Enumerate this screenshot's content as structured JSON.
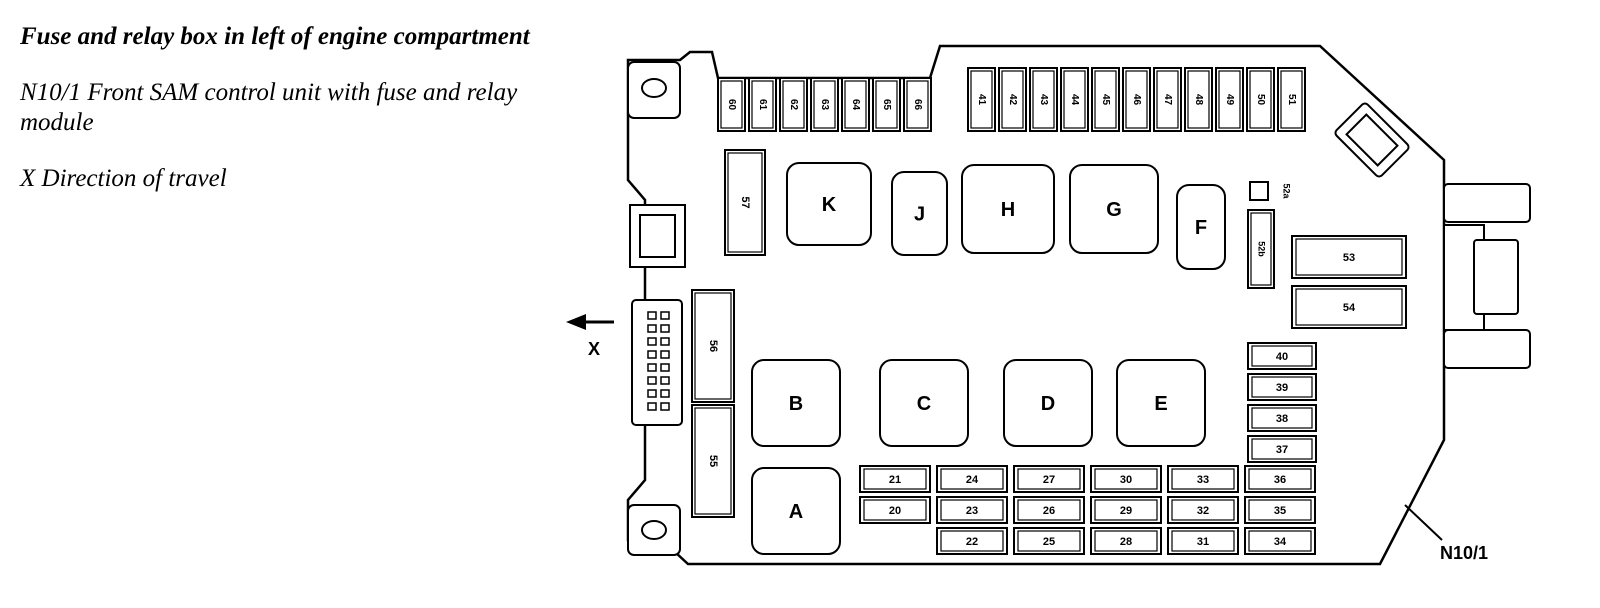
{
  "legend": {
    "title": "Fuse and relay box in left of engine compartment",
    "item1": "N10/1 Front SAM control unit with fuse and relay module",
    "item2": "X Direction of travel"
  },
  "callouts": {
    "direction": "X",
    "module": "N10/1"
  },
  "relays": [
    {
      "id": "K",
      "label": "K"
    },
    {
      "id": "J",
      "label": "J"
    },
    {
      "id": "H",
      "label": "H"
    },
    {
      "id": "G",
      "label": "G"
    },
    {
      "id": "F",
      "label": "F"
    },
    {
      "id": "B",
      "label": "B"
    },
    {
      "id": "C",
      "label": "C"
    },
    {
      "id": "D",
      "label": "D"
    },
    {
      "id": "E",
      "label": "E"
    },
    {
      "id": "A",
      "label": "A"
    }
  ],
  "fuses": {
    "top_left_row": [
      "60",
      "61",
      "62",
      "63",
      "64",
      "65",
      "66"
    ],
    "top_right_row": [
      "41",
      "42",
      "43",
      "44",
      "45",
      "46",
      "47",
      "48",
      "49",
      "50",
      "51"
    ],
    "vertical_large": [
      "57",
      "56",
      "55"
    ],
    "small_vertical": "52b",
    "small_square": "52a",
    "large_horizontal": [
      "53",
      "54"
    ],
    "right_column": [
      "40",
      "39",
      "38",
      "37"
    ],
    "bottom_grid": [
      [
        "21",
        "24",
        "27",
        "30",
        "33",
        "36"
      ],
      [
        "20",
        "23",
        "26",
        "29",
        "32",
        "35"
      ],
      [
        "",
        "22",
        "25",
        "28",
        "31",
        "34"
      ]
    ]
  }
}
